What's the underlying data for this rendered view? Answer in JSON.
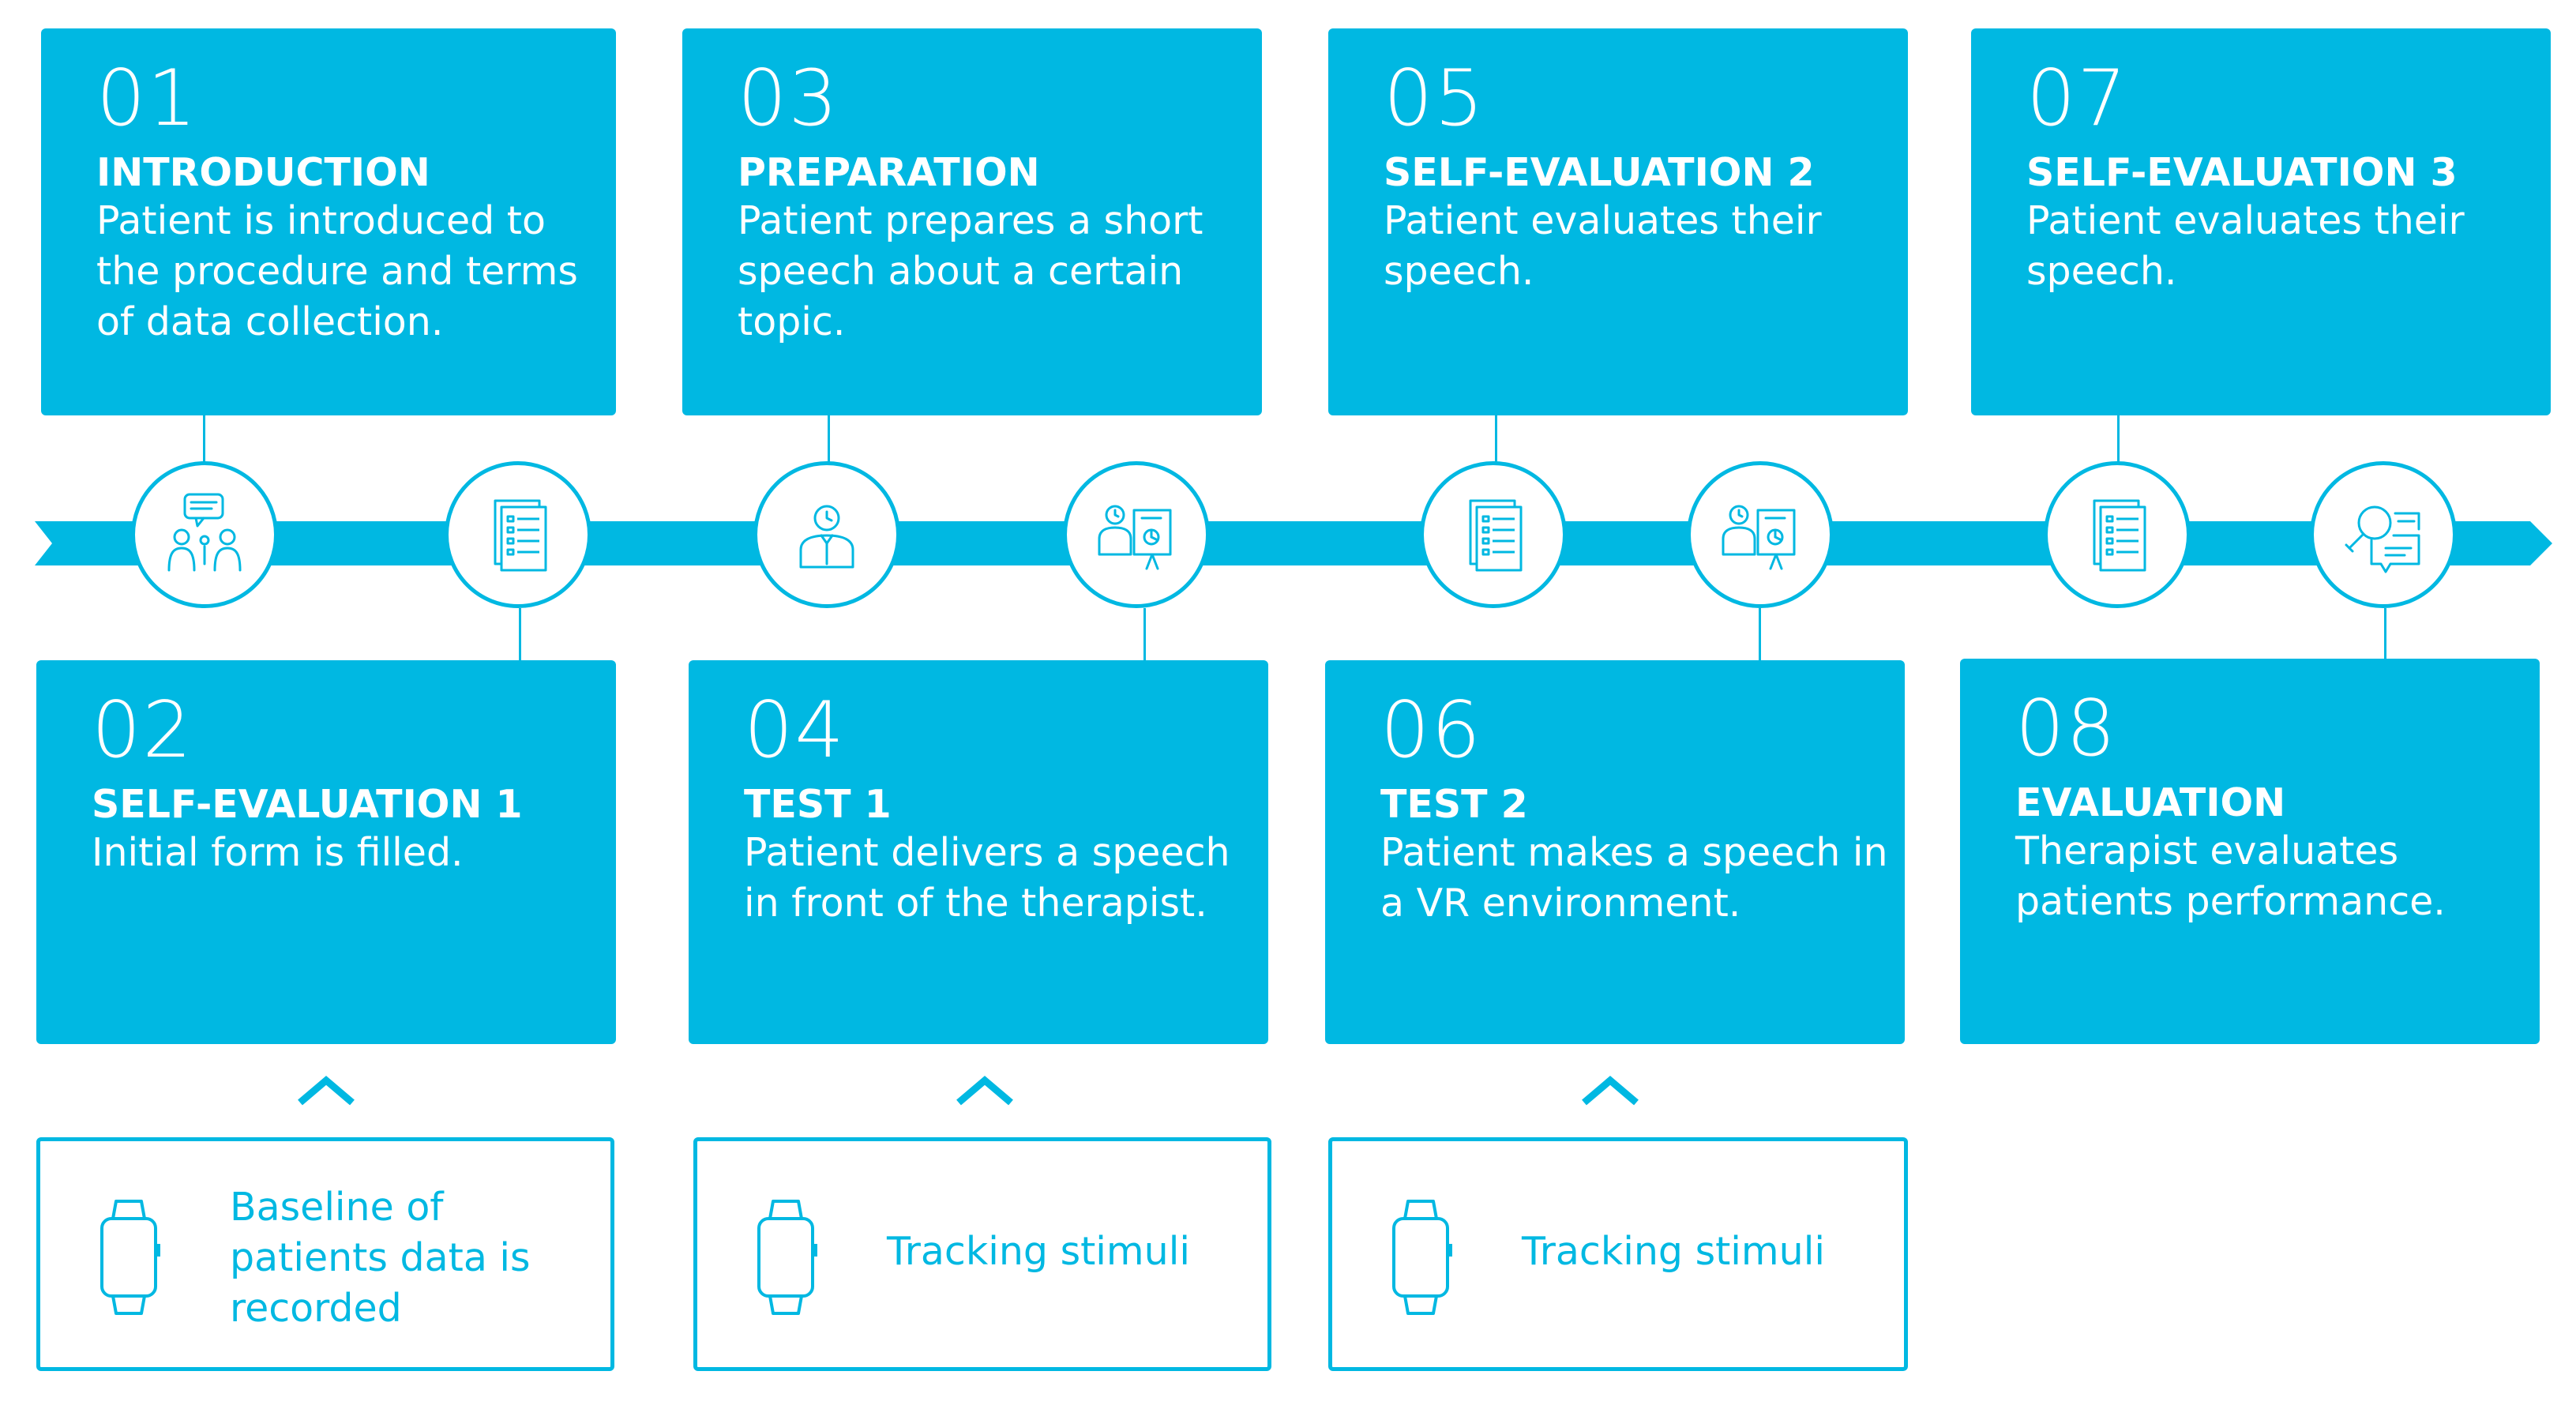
{
  "colors": {
    "accent": "#00b8e2",
    "background": "#ffffff",
    "text_on_accent": "#ffffff"
  },
  "steps": [
    {
      "num": "01",
      "title": "INTRODUCTION",
      "desc": "Patient is introduced to\nthe procedure and terms\nof data collection.",
      "icon": "conversation-icon"
    },
    {
      "num": "02",
      "title": "SELF-EVALUATION 1",
      "desc": "Initial form is filled.",
      "icon": "form-checklist-icon"
    },
    {
      "num": "03",
      "title": "PREPARATION",
      "desc": "Patient prepares a short\nspeech about a certain\ntopic.",
      "icon": "speaker-person-icon"
    },
    {
      "num": "04",
      "title": "TEST 1",
      "desc": "Patient delivers a speech\nin front of the therapist.",
      "icon": "presentation-icon"
    },
    {
      "num": "05",
      "title": "SELF-EVALUATION 2",
      "desc": "Patient evaluates their\nspeech.",
      "icon": "form-checklist-icon"
    },
    {
      "num": "06",
      "title": "TEST 2",
      "desc": "Patient makes a speech in\na VR environment.",
      "icon": "presentation-icon"
    },
    {
      "num": "07",
      "title": "SELF-EVALUATION 3",
      "desc": "Patient evaluates their\nspeech.",
      "icon": "form-checklist-icon"
    },
    {
      "num": "08",
      "title": "EVALUATION",
      "desc": "Therapist evaluates\npatients performance.",
      "icon": "search-feedback-icon"
    }
  ],
  "stimuli": [
    {
      "text": "Baseline of\npatients data is\nrecorded",
      "icon": "smartwatch-icon"
    },
    {
      "text": "Tracking stimuli",
      "icon": "smartwatch-icon"
    },
    {
      "text": "Tracking stimuli",
      "icon": "smartwatch-icon"
    }
  ]
}
